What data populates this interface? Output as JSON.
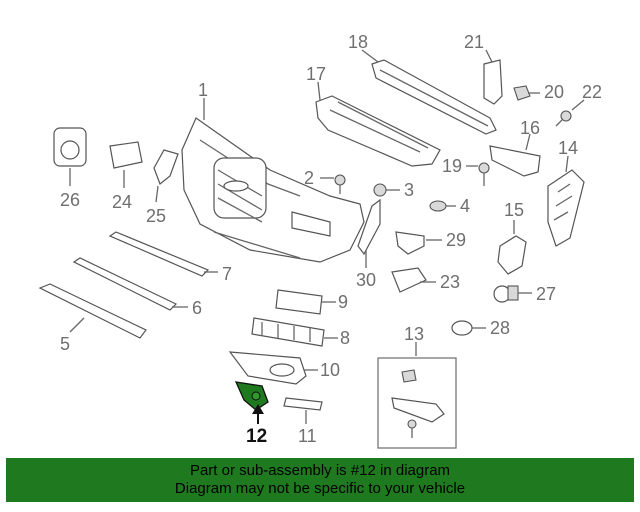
{
  "highlighted_part": "12",
  "highlight_color": "#1f7a1f",
  "callouts": {
    "p1": "1",
    "p2": "2",
    "p3": "3",
    "p4": "4",
    "p5": "5",
    "p6": "6",
    "p7": "7",
    "p8": "8",
    "p9": "9",
    "p10": "10",
    "p11": "11",
    "p12": "12",
    "p13": "13",
    "p14": "14",
    "p15": "15",
    "p16": "16",
    "p17": "17",
    "p18": "18",
    "p19": "19",
    "p20": "20",
    "p21": "21",
    "p22": "22",
    "p23": "23",
    "p24": "24",
    "p25": "25",
    "p26": "26",
    "p27": "27",
    "p28": "28",
    "p29": "29",
    "p30": "30"
  },
  "banner": {
    "line1": "Part or sub-assembly is #12 in diagram",
    "line2": "Diagram may not be specific to your vehicle"
  }
}
